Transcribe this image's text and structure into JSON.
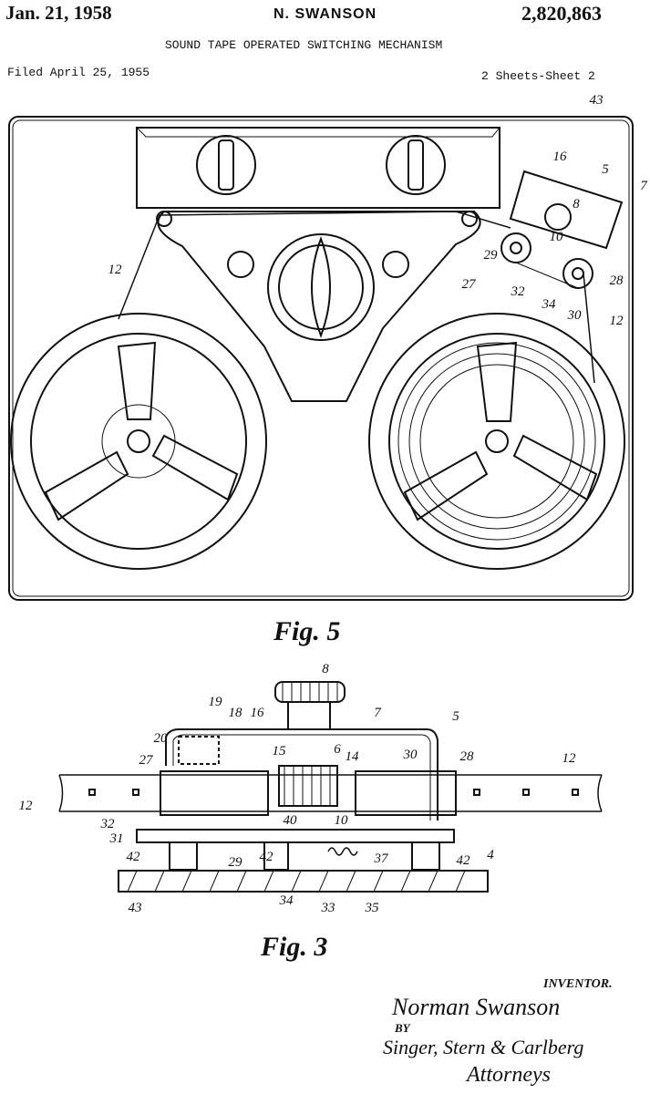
{
  "header": {
    "date": "Jan. 21, 1958",
    "inventor_name": "N. SWANSON",
    "patent_number": "2,820,863",
    "title": "SOUND TAPE OPERATED SWITCHING MECHANISM",
    "filed": "Filed April 25, 1955",
    "sheet": "2 Sheets-Sheet 2"
  },
  "fig5": {
    "caption": "Fig. 5",
    "labels": {
      "r43": "43",
      "r16": "16",
      "r5": "5",
      "r7": "7",
      "r8": "8",
      "r10": "10",
      "r12a": "12",
      "r12b": "12",
      "r29": "29",
      "r27": "27",
      "r32": "32",
      "r34": "34",
      "r30": "30",
      "r28": "28"
    }
  },
  "fig3": {
    "caption": "Fig. 3",
    "labels": {
      "r8": "8",
      "r19": "19",
      "r18": "18",
      "r16": "16",
      "r7": "7",
      "r5": "5",
      "r20": "20",
      "r6": "6",
      "r15": "15",
      "r14": "14",
      "r30": "30",
      "r28": "28",
      "r27": "27",
      "r12a": "12",
      "r12b": "12",
      "r40": "40",
      "r10": "10",
      "r32": "32",
      "r31": "31",
      "r42a": "42",
      "r42b": "42",
      "r42c": "42",
      "r29": "29",
      "r37": "37",
      "r4": "4",
      "r43": "43",
      "r34": "34",
      "r33": "33",
      "r35": "35"
    }
  },
  "footer": {
    "inventor_label": "INVENTOR.",
    "inventor_signature": "Norman Swanson",
    "by": "BY",
    "attorney_signature": "Singer, Stern & Carlberg",
    "attorneys_label": "Attorneys"
  }
}
